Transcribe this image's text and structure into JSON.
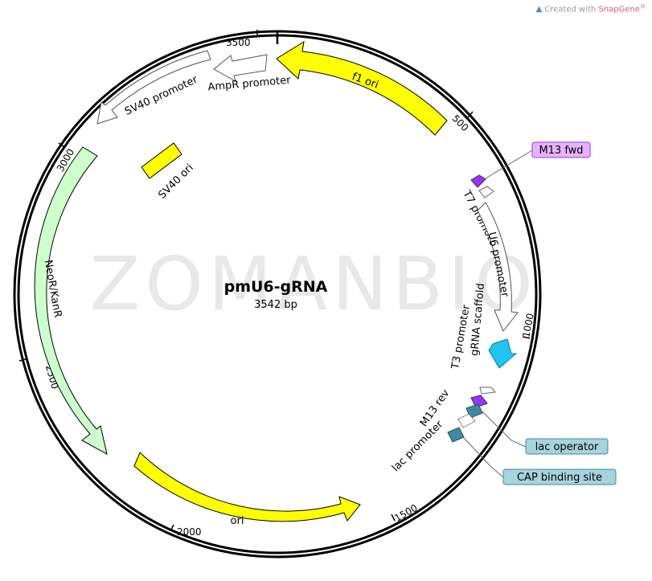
{
  "credit": {
    "prefix": "Created with ",
    "brand": "SnapGene",
    "mark": "®"
  },
  "plasmid": {
    "name": "pmU6-gRNA",
    "size": "3542 bp",
    "watermark": "ZOMANBIO"
  },
  "ticks": [
    "500",
    "1000",
    "1500",
    "2000",
    "2500",
    "3000",
    "3500"
  ],
  "features": {
    "f1_ori": "f1 ori",
    "ampr_promoter": "AmpR promoter",
    "sv40_promoter": "SV40 promoter",
    "sv40_ori": "SV40 ori",
    "neor_kanr": "NeoR/KanR",
    "ori": "ori",
    "t7_promoter": "T7 promoter",
    "u6_promoter": "U6 promoter",
    "grna_scaffold": "gRNA scaffold",
    "t3_promoter": "T3 promoter",
    "m13_rev": "M13 rev",
    "lac_promoter": "lac promoter",
    "m13_fwd": "M13 fwd",
    "lac_operator": "lac operator",
    "cap_binding_site": "CAP binding site"
  },
  "colors": {
    "yellow": "#ffff00",
    "green": "#ccffcc",
    "purple": "#9933ff",
    "cyan": "#21c3f0",
    "teal": "#3e8aa0",
    "primer_box": "#e6b3ff",
    "site_box": "#a8d3dc"
  }
}
